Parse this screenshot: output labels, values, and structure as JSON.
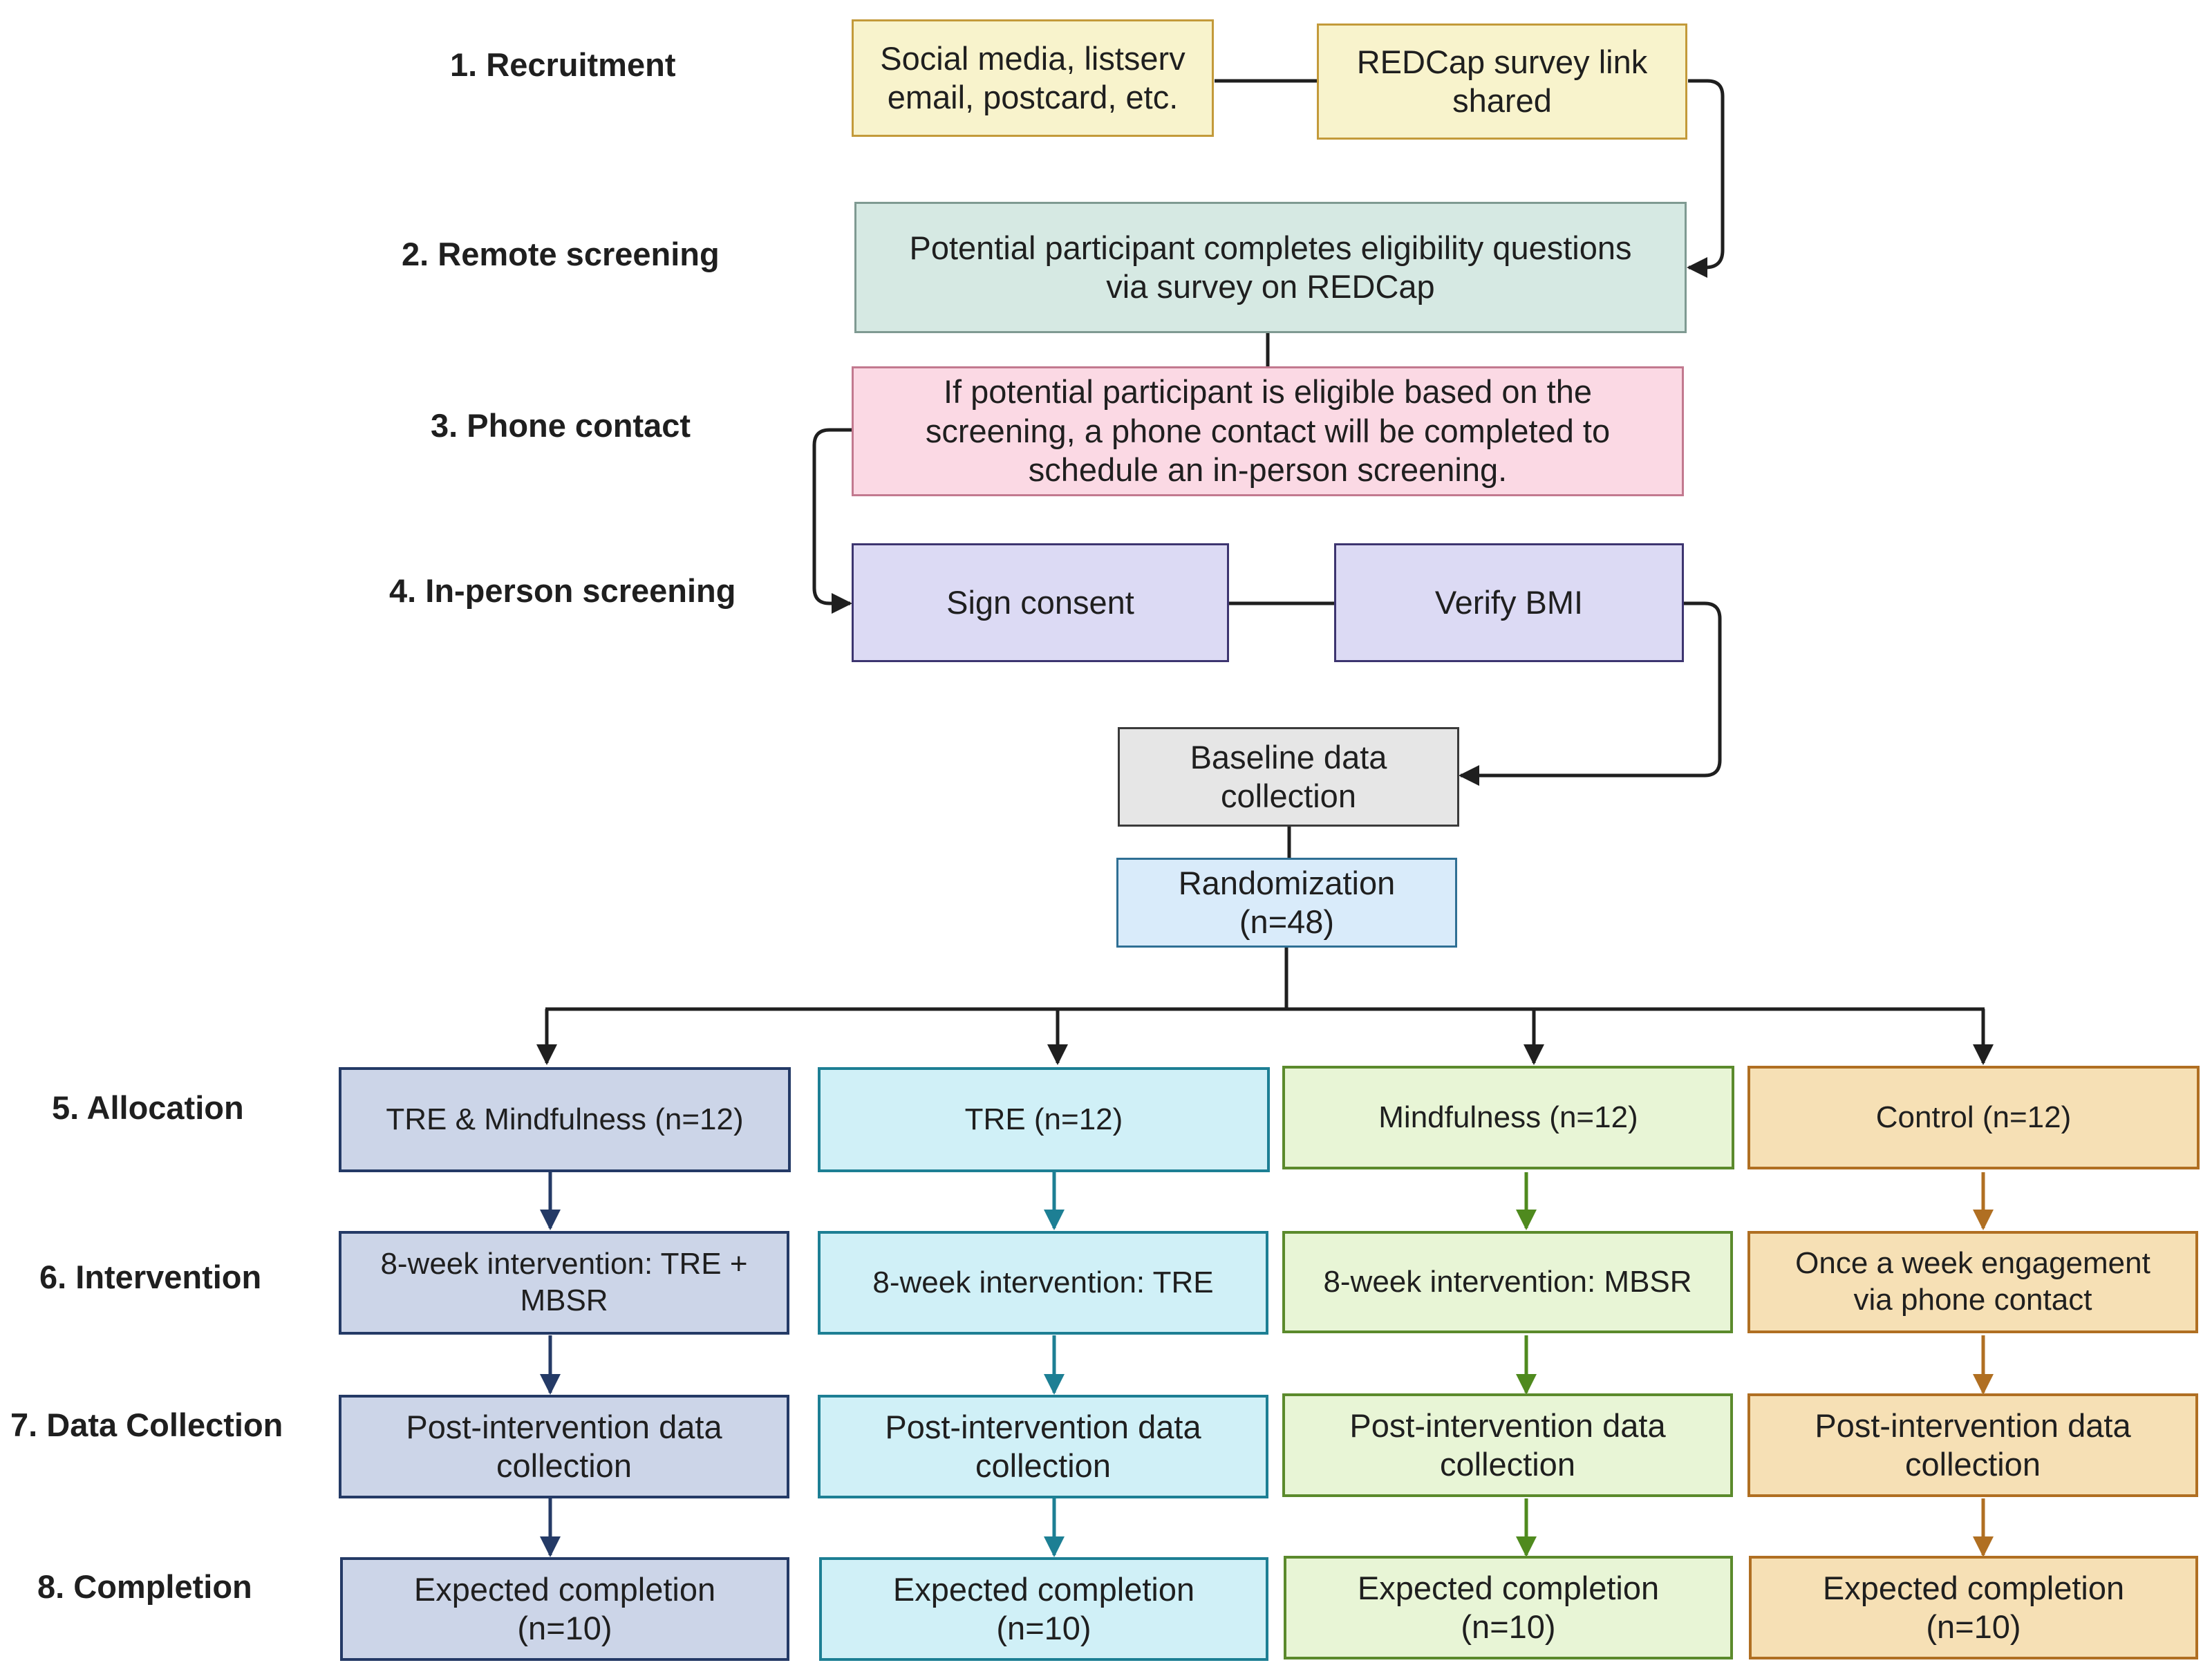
{
  "stages": [
    "1.  Recruitment",
    "2. Remote screening",
    "3. Phone contact",
    "4. In-person screening",
    "5. Allocation",
    "6. Intervention",
    "7. Data Collection",
    "8. Completion"
  ],
  "recruitment": {
    "channels": "Social media, listserv\nemail, postcard, etc.",
    "survey_link": "REDCap survey link\nshared"
  },
  "remote_screening": "Potential participant completes eligibility questions\nvia survey on REDCap",
  "phone_contact": "If potential participant is eligible based on the\nscreening, a phone contact will be completed to\nschedule an in-person screening.",
  "in_person": {
    "consent": "Sign consent",
    "bmi": "Verify BMI"
  },
  "baseline": "Baseline data\ncollection",
  "randomization": "Randomization\n(n=48)",
  "arms": [
    {
      "allocation": "TRE & Mindfulness (n=12)",
      "intervention": "8-week intervention: TRE +\nMBSR",
      "data_collection": "Post-intervention data\ncollection",
      "completion": "Expected completion\n(n=10)",
      "color": "#243a66"
    },
    {
      "allocation": "TRE (n=12)",
      "intervention": "8-week intervention: TRE",
      "data_collection": "Post-intervention data\ncollection",
      "completion": "Expected completion\n(n=10)",
      "color": "#1d7f94"
    },
    {
      "allocation": "Mindfulness (n=12)",
      "intervention": "8-week intervention: MBSR",
      "data_collection": "Post-intervention data\ncollection",
      "completion": "Expected completion\n(n=10)",
      "color": "#4f8a1e"
    },
    {
      "allocation": "Control (n=12)",
      "intervention": "Once a week engagement\nvia phone contact",
      "data_collection": "Post-intervention data\ncollection",
      "completion": "Expected completion\n(n=10)",
      "color": "#b06f22"
    }
  ]
}
